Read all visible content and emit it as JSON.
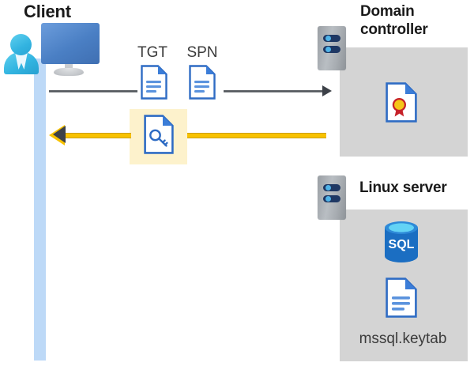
{
  "diagram": {
    "title_client": "Client",
    "title_domain_controller": "Domain\ncontroller",
    "title_domain_controller_line1": "Domain",
    "title_domain_controller_line2": "controller",
    "title_linux_server": "Linux server",
    "label_tgt": "TGT",
    "label_spn": "SPN",
    "label_keytab": "mssql.keytab",
    "label_sql": "SQL"
  },
  "icons": {
    "client": "user-with-monitor-icon",
    "tgt_doc": "document-icon",
    "spn_doc": "document-icon",
    "ticket_key_doc": "document-with-key-icon",
    "dc_server": "server-rack-icon",
    "certificate": "certificate-document-icon",
    "linux_server": "server-rack-icon",
    "sql_database": "sql-database-icon",
    "keytab_doc": "document-icon",
    "request_arrow": "arrow-right-icon",
    "response_arrow": "arrow-left-icon"
  },
  "colors": {
    "panel_gray": "#d4d4d4",
    "lifeline_blue": "#bdd9f7",
    "highlight_yellow": "#fdf2cc",
    "arrow_yellow": "#f8c200",
    "arrow_dark": "#3d4148",
    "doc_blue": "#3b7dd8",
    "server_navy": "#1f3864",
    "accent_cyan": "#4fb3e8",
    "sql_blue": "#1b6ec2",
    "seal_gold": "#f5c518",
    "ribbon_red": "#c62128",
    "text_dark": "#1a1a1a"
  },
  "flows": [
    {
      "name": "request",
      "direction": "client-to-domain-controller",
      "style": "solid-gray-arrow",
      "carries": [
        "TGT",
        "SPN"
      ]
    },
    {
      "name": "response",
      "direction": "domain-controller-to-client",
      "style": "solid-yellow-arrow",
      "carries": [
        "service-ticket"
      ]
    }
  ]
}
